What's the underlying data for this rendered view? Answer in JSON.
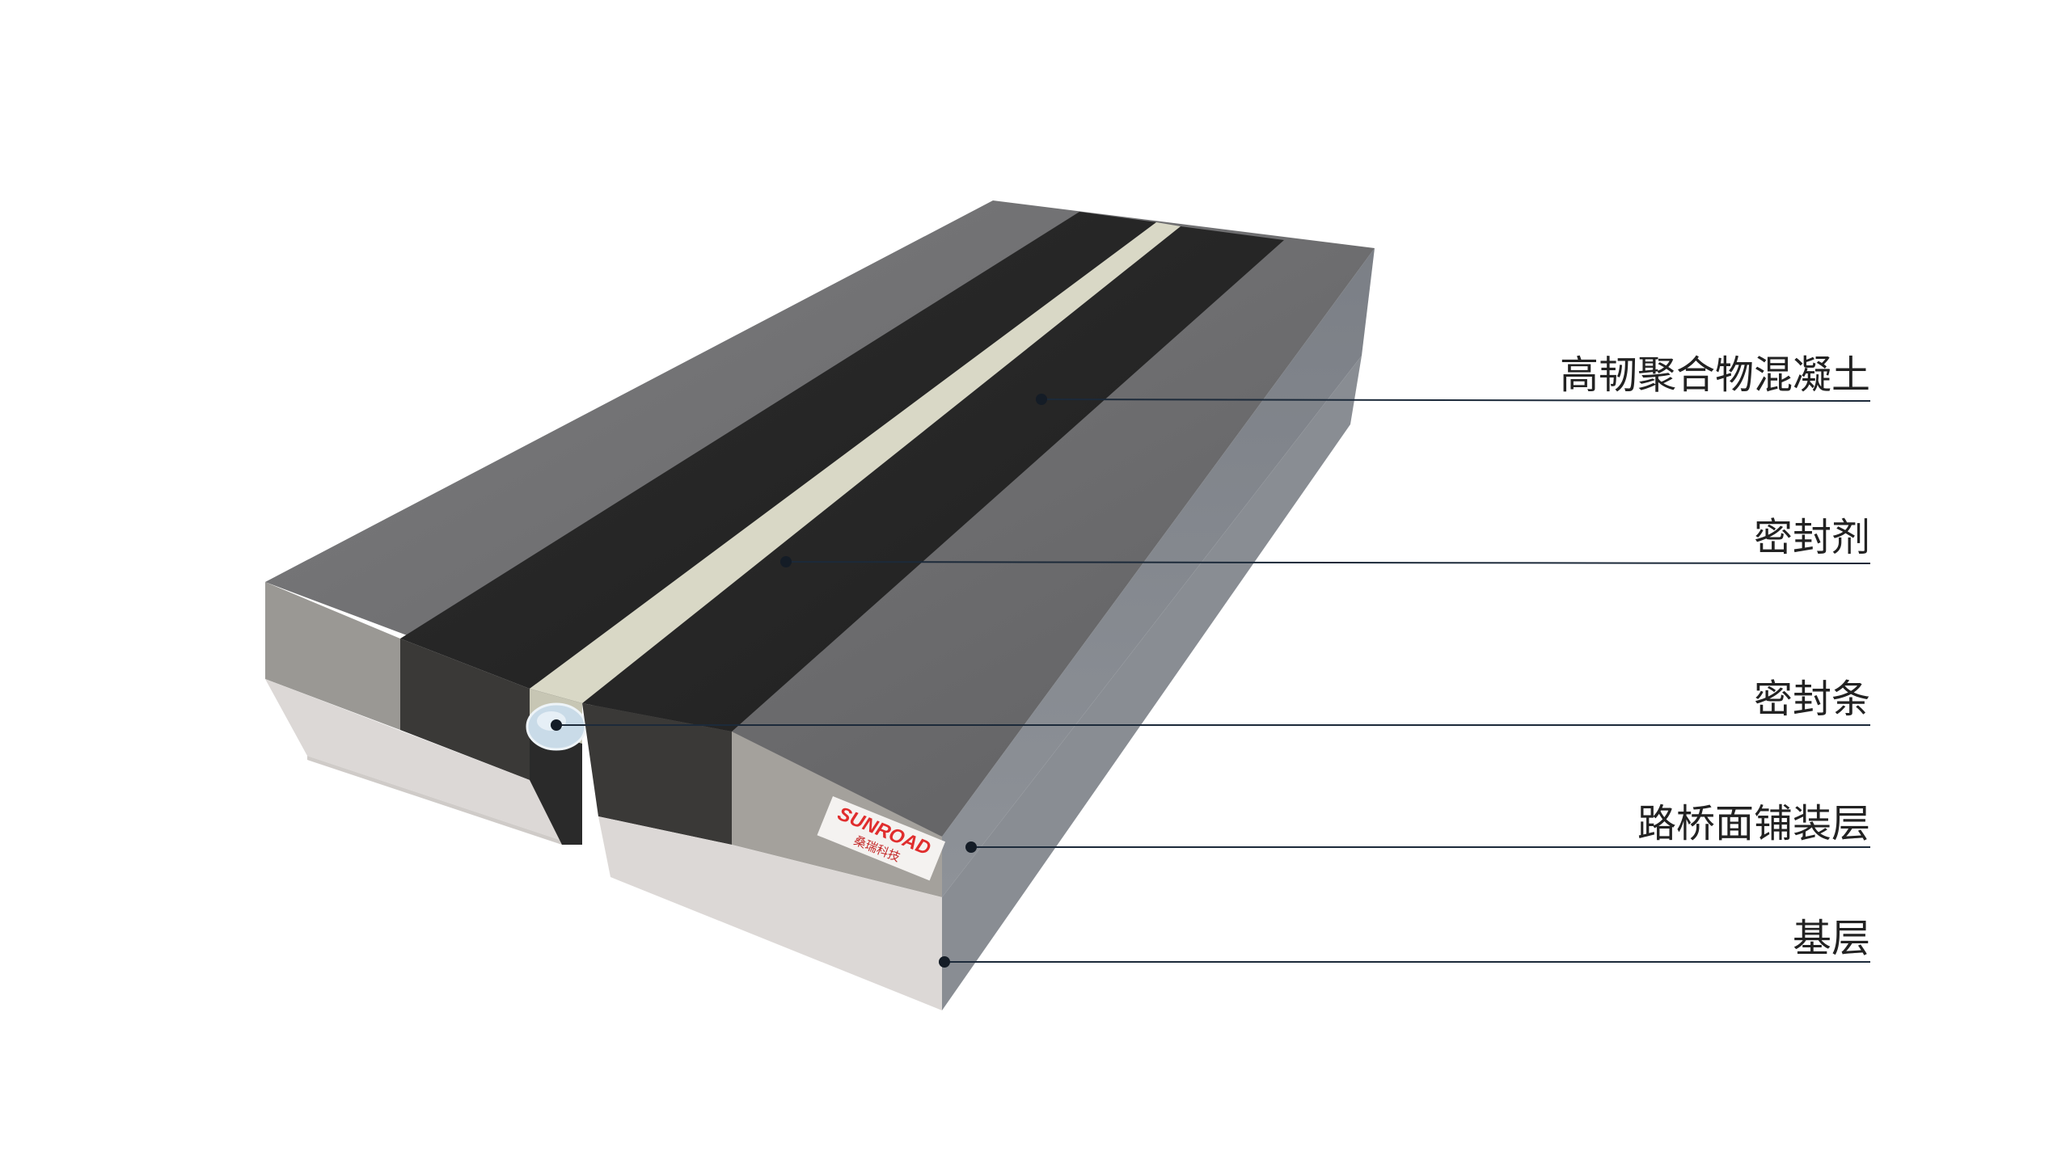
{
  "diagram": {
    "callouts": [
      {
        "id": "polymer-concrete",
        "text": "高韧聚合物混凝土"
      },
      {
        "id": "sealant",
        "text": "密封剂"
      },
      {
        "id": "sealing-strip",
        "text": "密封条"
      },
      {
        "id": "pavement-layer",
        "text": "路桥面铺装层"
      },
      {
        "id": "base-layer",
        "text": "基层"
      }
    ],
    "brand": {
      "logo_text": "SUNROAD",
      "logo_subtext": "桑瑞科技",
      "color": "#e02d2d"
    },
    "colors": {
      "pavement_top": "#6f6f71",
      "polymer_concrete": "#262626",
      "sealant": "#d9d8c6",
      "sealing_strip": "#c9dbe8",
      "base_layer": "#dcd8d6",
      "leader_line": "#1c2a3a"
    }
  }
}
